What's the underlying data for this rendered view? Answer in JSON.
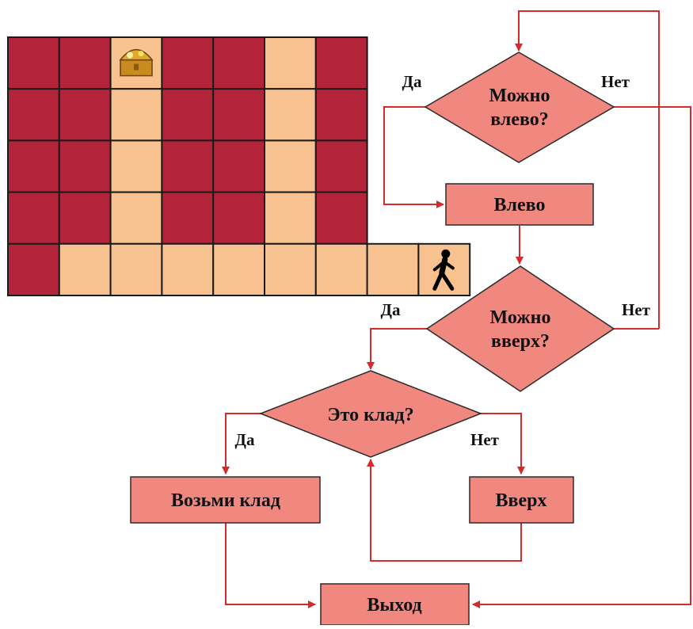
{
  "colors": {
    "wall": "#b3233a",
    "path": "#f7c28f",
    "grid_line": "#1a1a1a",
    "shape_fill": "#f08880",
    "shape_stroke": "#2a2a2a",
    "arrow": "#d42a2a",
    "text": "#111111"
  },
  "maze": {
    "rows": [
      [
        "wall",
        "wall",
        "treasure",
        "wall",
        "wall",
        "path",
        "wall"
      ],
      [
        "wall",
        "wall",
        "path",
        "wall",
        "wall",
        "path",
        "wall"
      ],
      [
        "wall",
        "wall",
        "path",
        "wall",
        "wall",
        "path",
        "wall"
      ],
      [
        "wall",
        "wall",
        "path",
        "wall",
        "wall",
        "path",
        "wall"
      ],
      [
        "wall",
        "path",
        "path",
        "path",
        "path",
        "path",
        "path",
        "path",
        "walker"
      ]
    ],
    "treasure_icon": "treasure-chest-icon",
    "walker_icon": "walking-person-icon"
  },
  "flowchart": {
    "d1": {
      "line1": "Можно",
      "line2": "влево?",
      "yes": "Да",
      "no": "Нет"
    },
    "left_action": "Влево",
    "d2": {
      "line1": "Можно",
      "line2": "вверх?",
      "yes": "Да",
      "no": "Нет"
    },
    "d3": {
      "label": "Это клад?",
      "yes": "Да",
      "no": "Нет"
    },
    "take": "Возьми клад",
    "up": "Вверх",
    "exit": "Выход"
  }
}
